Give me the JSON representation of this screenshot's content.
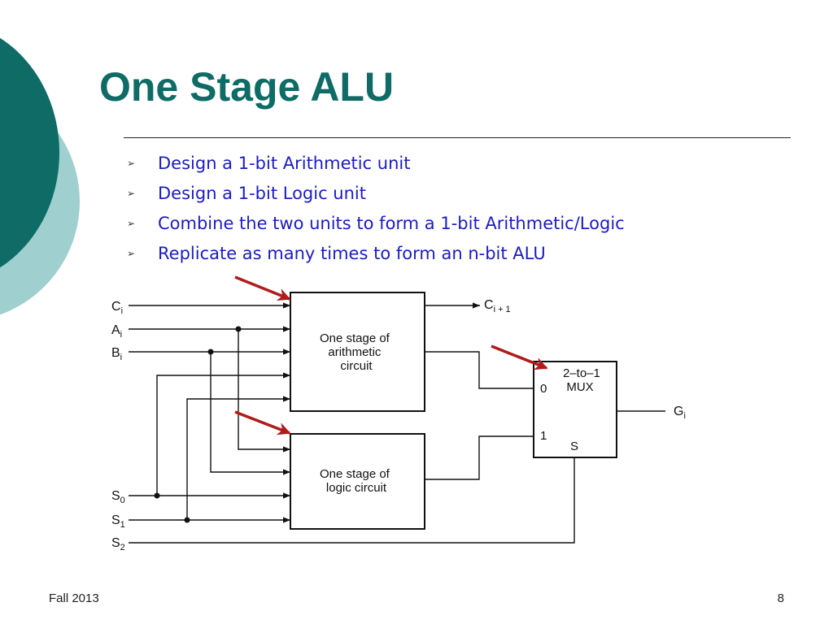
{
  "slide": {
    "title": "One Stage ALU",
    "bullets": [
      "Design a 1-bit Arithmetic unit",
      "Design a 1-bit Logic unit",
      "Combine the two units to form a 1-bit Arithmetic/Logic",
      "Replicate as many times to form an n-bit ALU"
    ],
    "bullet_icon": "arrowhead-bullet-icon",
    "footer_left": "Fall 2013",
    "page_number": "8"
  },
  "colors": {
    "title": "#0e6b66",
    "bullet_text": "#1c1cc0",
    "circle_dark": "#0e6b66",
    "circle_light": "#9fcfcf",
    "highlight_arrow": "#b01c1c"
  },
  "diagram": {
    "inputs": {
      "c": "C",
      "c_sub": "i",
      "a": "A",
      "a_sub": "i",
      "b": "B",
      "b_sub": "i",
      "s0": "S",
      "s0_sub": "0",
      "s1": "S",
      "s1_sub": "1",
      "s2": "S",
      "s2_sub": "2"
    },
    "carry_out": "C",
    "carry_out_sub": "i + 1",
    "arith_block": [
      "One stage of",
      "arithmetic",
      "circuit"
    ],
    "logic_block": [
      "One stage of",
      "logic circuit"
    ],
    "mux_label": [
      "2–to–1",
      "MUX"
    ],
    "mux_in0": "0",
    "mux_in1": "1",
    "mux_select": "S",
    "output": "G",
    "output_sub": "i"
  }
}
